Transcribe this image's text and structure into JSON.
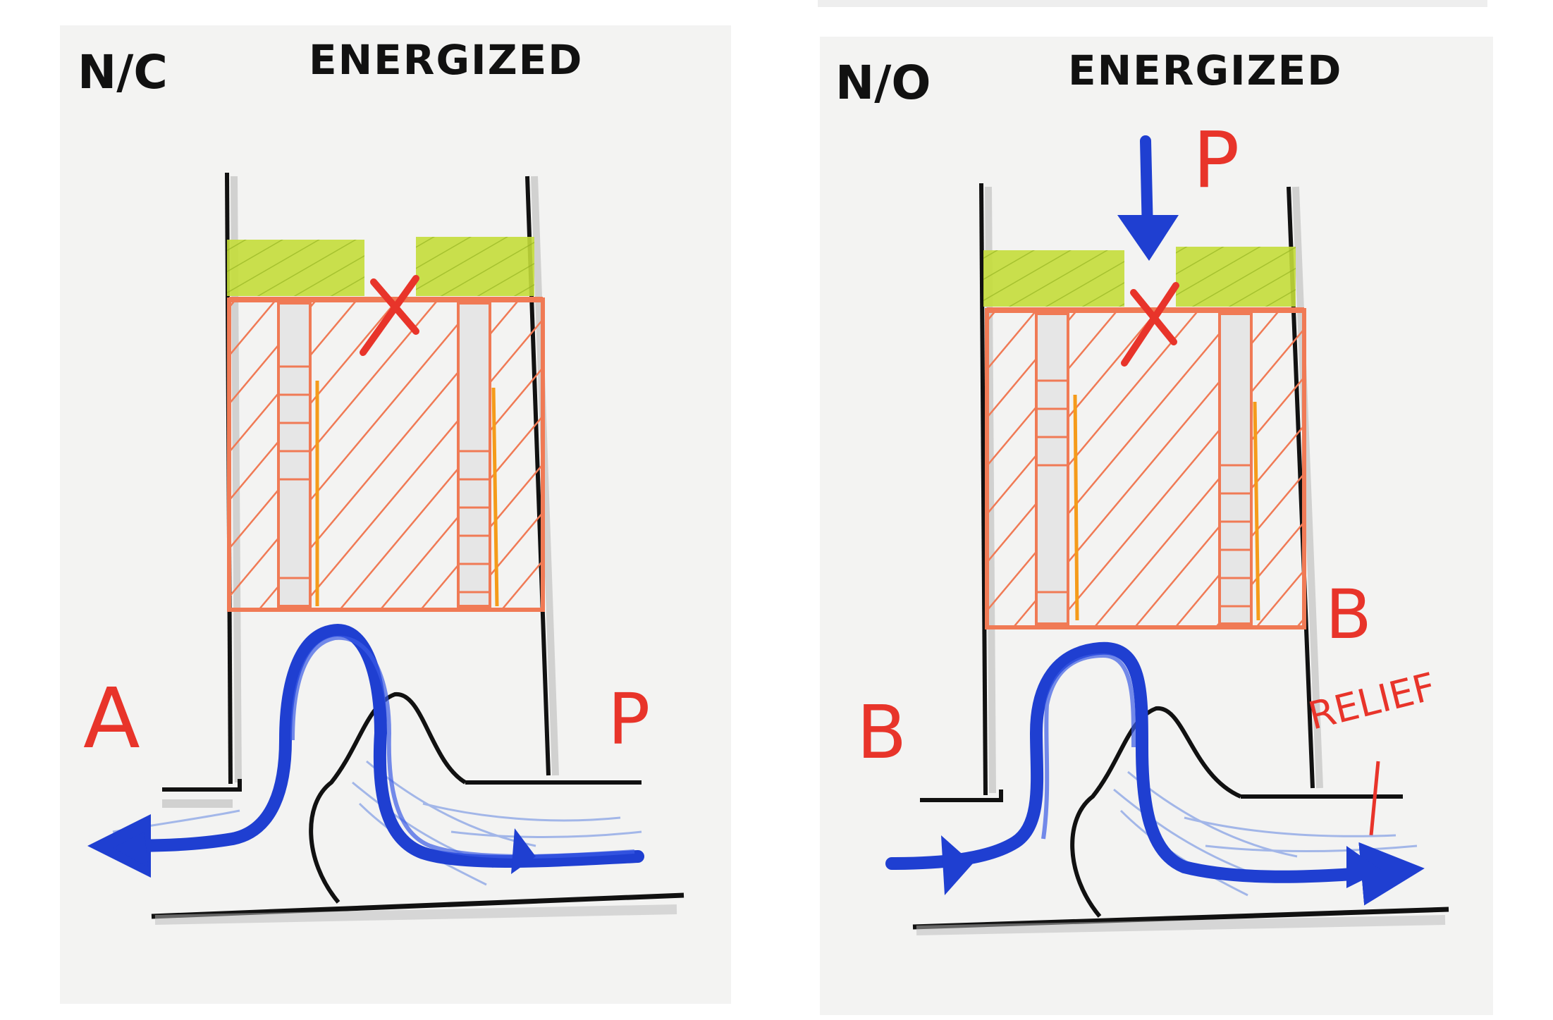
{
  "left_panel": {
    "type_label": "N/C",
    "state_label": "ENERGIZED",
    "port_left": "A",
    "port_right": "P"
  },
  "right_panel": {
    "type_label": "N/O",
    "state_label": "ENERGIZED",
    "port_top": "P",
    "port_left": "B",
    "port_right": "B",
    "relief_label": "RELIEF"
  },
  "colors": {
    "paper": "#f3f3f2",
    "body_hatch": "#f07a55",
    "seal": "#c4dd3a",
    "flow_arrow": "#1f3fd1",
    "block_mark": "#e8342a",
    "outline": "#111111"
  }
}
